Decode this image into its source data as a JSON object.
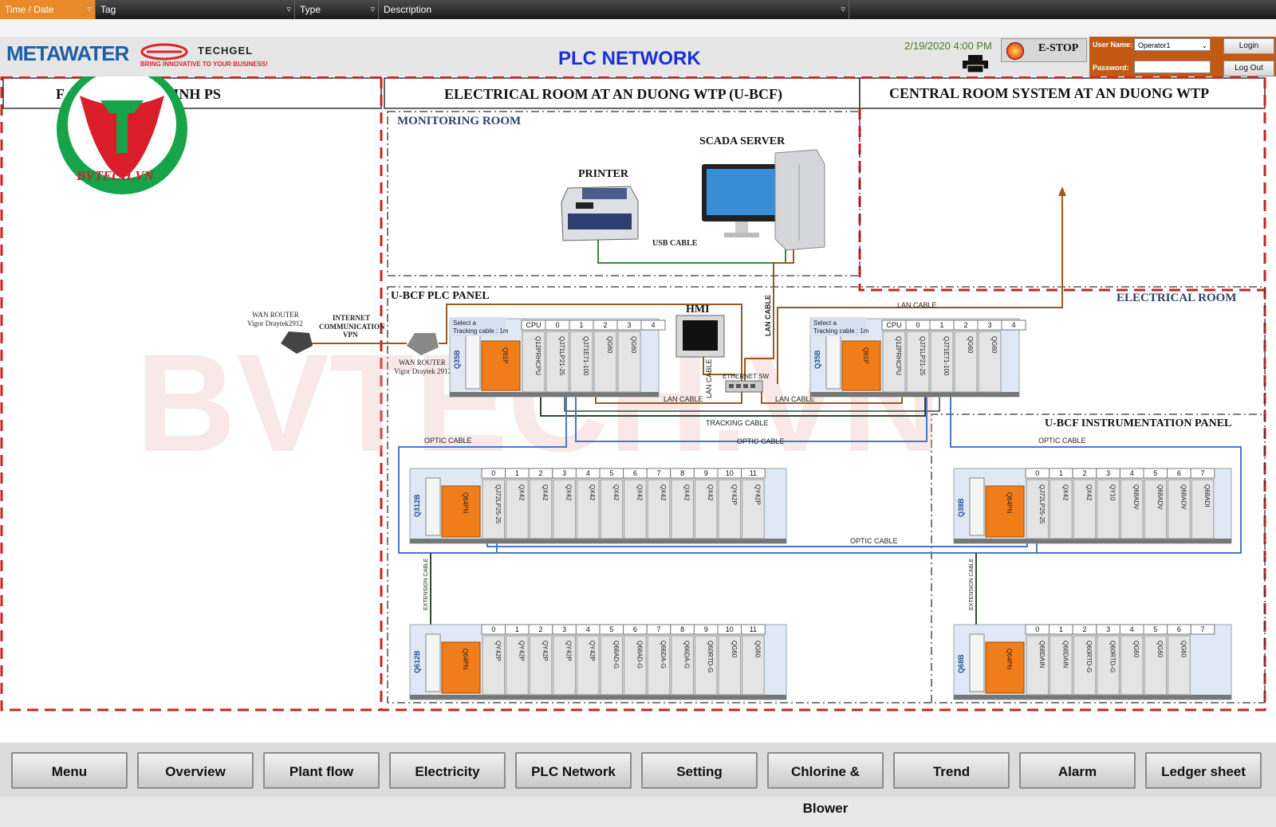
{
  "alarm_header": {
    "columns": [
      {
        "label": "Time / Date"
      },
      {
        "label": "Tag"
      },
      {
        "label": "Type"
      },
      {
        "label": "Description"
      }
    ]
  },
  "topbar": {
    "logo_metawater": "METAWATER",
    "logo_techgel": "TECHGEL",
    "logo_techgel_tagline": "BRING INNOVATIVE TO YOUR BUSINESS!",
    "title": "PLC NETWORK",
    "datetime": "2/19/2020 4:00 PM",
    "estop_label": "E-STOP",
    "username_label": "User Name:",
    "username_value": "Operator1",
    "password_label": "Password:",
    "login_button": "Login",
    "logout_button": "Log Out"
  },
  "sections": {
    "quan_vinh_title": "F                         OM AT QUAN VINH PS",
    "an_duong_title": "ELECTRICAL ROOM AT AN DUONG WTP (U-BCF)",
    "central_title": "CENTRAL ROOM SYSTEM AT AN DUONG WTP",
    "monitoring_room": "MONITORING ROOM",
    "plc_panel": "U-BCF PLC PANEL",
    "electrical_room": "ELECTRICAL ROOM",
    "instr_panel": "U-BCF INSTRUMENTATION PANEL"
  },
  "devices": {
    "printer": "PRINTER",
    "scada": "SCADA SERVER",
    "hmi": "HMI",
    "ethernet_sw": "ETHERNET SW",
    "wan_router_left": "WAN ROUTER",
    "wan_router_left_model": "Vigor Draytek2912",
    "wan_router_right": "WAN ROUTER",
    "wan_router_right_model": "Vigor Draytek 2912",
    "internet": "INTERNET",
    "communication": "COMMUNICATION",
    "vpn": "VPN"
  },
  "cables": {
    "usb": "USB CABLE",
    "lan": "LAN CABLE",
    "tracking": "TRACKING CABLE",
    "optic": "OPTIC CABLE",
    "extension": "EXTENSION CABLE"
  },
  "rack_selector": {
    "line1": "Select a",
    "line2": "Tracking cable : 1m"
  },
  "racks": {
    "r1": {
      "name": "Q35B",
      "power": "Q61P",
      "slots": [
        "CPU",
        "0",
        "1",
        "2",
        "3",
        "4"
      ],
      "modules": [
        "Q12PRHCPU",
        "QJ71LP21-25",
        "QJ71E71-100",
        "QG60",
        "QG60"
      ]
    },
    "r2": {
      "name": "Q35B",
      "power": "Q61P",
      "slots": [
        "CPU",
        "0",
        "1",
        "2",
        "3",
        "4"
      ],
      "modules": [
        "Q12PRHCPU",
        "QJ71LP21-25",
        "QJ71E71-100",
        "QG60",
        "QG60"
      ]
    },
    "r3": {
      "name": "Q312B",
      "power": "Q64PN",
      "slots": [
        "0",
        "1",
        "2",
        "3",
        "4",
        "5",
        "6",
        "7",
        "8",
        "9",
        "10",
        "11"
      ],
      "modules": [
        "QJ72LP25-25",
        "QX42",
        "QX42",
        "QX42",
        "QX42",
        "QX42",
        "QX42",
        "QX42",
        "QX42",
        "QX42",
        "QY42P",
        "QY42P"
      ]
    },
    "r4": {
      "name": "Q38B",
      "power": "Q64PN",
      "slots": [
        "0",
        "1",
        "2",
        "3",
        "4",
        "5",
        "6",
        "7"
      ],
      "modules": [
        "QJ72LP25-25",
        "QX42",
        "QX42",
        "QY10",
        "Q68ADV",
        "Q68ADV",
        "Q68ADV",
        "Q68ADI"
      ]
    },
    "r5": {
      "name": "Q612B",
      "power": "Q64PN",
      "slots": [
        "0",
        "1",
        "2",
        "3",
        "4",
        "5",
        "6",
        "7",
        "8",
        "9",
        "10",
        "11"
      ],
      "modules": [
        "QY42P",
        "QY42P",
        "QY42P",
        "QY42P",
        "QY42P",
        "Q68AD-G",
        "Q68AD-G",
        "Q66DA-G",
        "Q66DA-G",
        "Q60RTD-G",
        "QG60",
        "QG60"
      ]
    },
    "r6": {
      "name": "Q68B",
      "power": "Q64PN",
      "slots": [
        "0",
        "1",
        "2",
        "3",
        "4",
        "5",
        "6",
        "7"
      ],
      "modules": [
        "Q68DAIN",
        "Q68DAIN",
        "Q60RTD-G",
        "Q60RTD-G",
        "QG60",
        "QG60",
        "QG60"
      ]
    }
  },
  "watermark": {
    "badge": "BVTECH.VN",
    "large": "BVTECH.VN"
  },
  "nav": {
    "buttons": [
      "Menu",
      "Overview",
      "Plant flow",
      "Electricity",
      "PLC Network",
      "Setting",
      "Chlorine & Blower",
      "Trend",
      "Alarm",
      "Ledger sheet"
    ]
  },
  "colors": {
    "accent_blue": "#1a2ed8",
    "frame_red": "#cc2222",
    "module_orange": "#f07c1a",
    "lan_brown": "#9a5a1e",
    "usb_green": "#3a8a3a",
    "optic_blue": "#4a78c8",
    "login_orange": "#c35a14"
  }
}
